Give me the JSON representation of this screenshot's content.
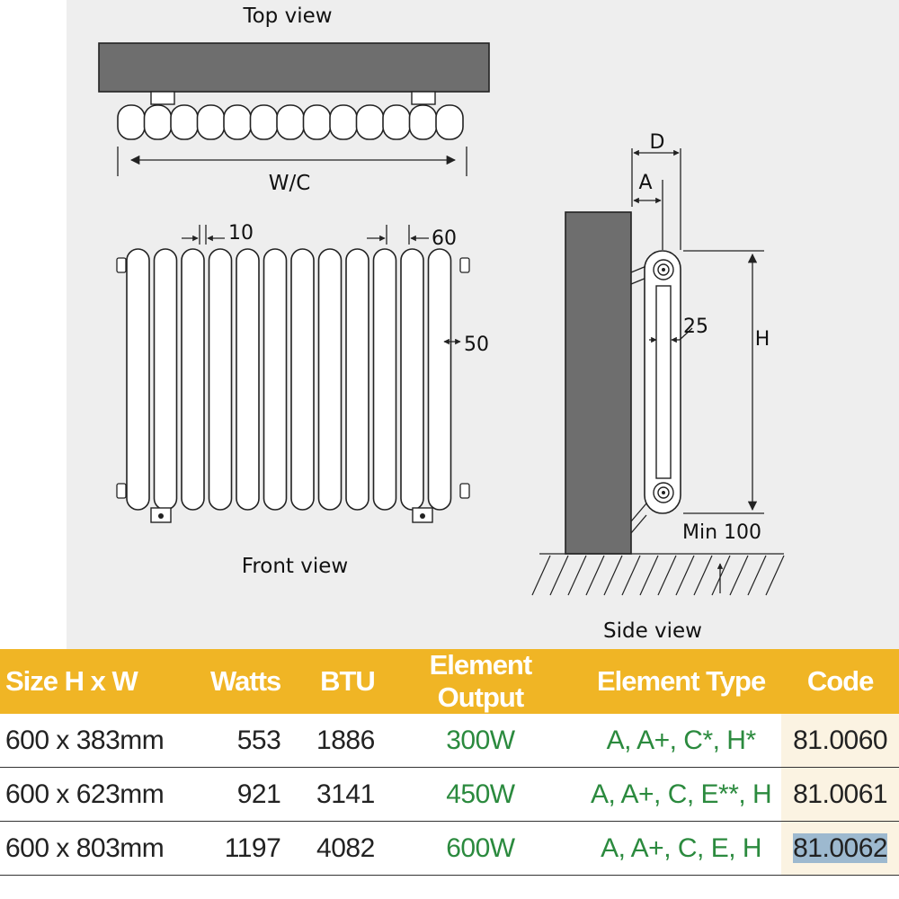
{
  "diagram": {
    "top_view_label": "Top view",
    "front_view_label": "Front view",
    "side_view_label": "Side view",
    "dim_wc": "W/C",
    "dim_10": "10",
    "dim_60": "60",
    "dim_50": "50",
    "dim_d": "D",
    "dim_a": "A",
    "dim_25": "25",
    "dim_h": "H",
    "dim_min": "Min 100"
  },
  "table": {
    "headers": [
      "Size H x W",
      "Watts",
      "BTU",
      "Element Output",
      "Element Type",
      "Code"
    ],
    "rows": [
      [
        "600 x 383mm",
        "553",
        "1886",
        "300W",
        "A, A+, C*, H*",
        "81.0060"
      ],
      [
        "600 x 623mm",
        "921",
        "3141",
        "450W",
        "A, A+, C, E**, H",
        "81.0061"
      ],
      [
        "600 x 803mm",
        "1197",
        "4082",
        "600W",
        "A, A+, C, E, H",
        "81.0062"
      ]
    ]
  },
  "colors": {
    "header_bg": "#f0b525",
    "header_text": "#ffffff",
    "green_text": "#2b8a3e",
    "panel_bg": "#eeeeee",
    "wall_fill": "#6e6e6e",
    "highlight": "#9db9cf"
  }
}
